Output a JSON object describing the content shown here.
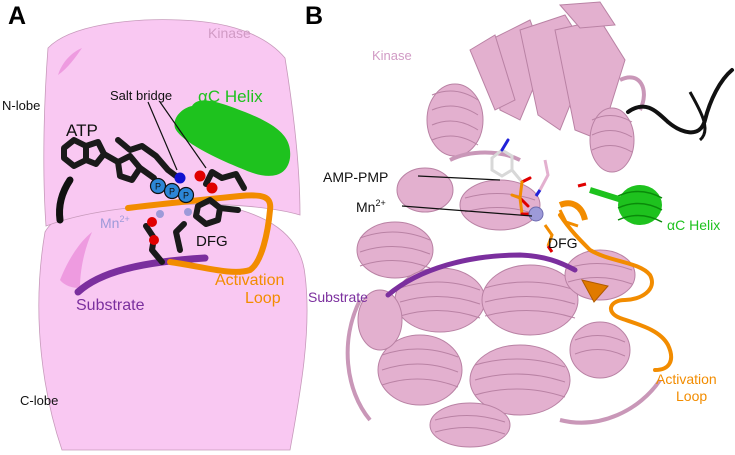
{
  "panel_a": {
    "letter": "A",
    "labels": {
      "kinase": "Kinase",
      "n_lobe": "N-lobe",
      "c_lobe": "C-lobe",
      "salt_bridge": "Salt bridge",
      "ac_helix": "αC Helix",
      "atp": "ATP",
      "mn_base": "Mn",
      "mn_sup": "2+",
      "dfg": "DFG",
      "substrate": "Substrate",
      "activation_loop_1": "Activation",
      "activation_loop_2": "Loop",
      "phosphate": "P"
    }
  },
  "panel_b": {
    "letter": "B",
    "labels": {
      "kinase": "Kinase",
      "amp_pmp": "AMP-PMP",
      "mn_base": "Mn",
      "mn_sup": "2+",
      "dfg": "DFG",
      "ac_helix": "αC Helix",
      "substrate": "Substrate",
      "activation_loop_1": "Activation",
      "activation_loop_2": "Loop"
    }
  },
  "colors": {
    "kinase_fill": "#f9c8f2",
    "kinase_text": "#d19bc5",
    "ribbon": "#e3b0cf",
    "ribbon_stroke": "#b982a4",
    "helix_green": "#1ec21e",
    "activation_orange": "#f28c00",
    "substrate_purple": "#7b2f9e",
    "phosphate_blue": "#2c86d6",
    "mn_lavender": "#9d9ad9",
    "oxygen_red": "#e00000",
    "nitrogen_blue": "#1010d0",
    "black": "#111111"
  }
}
